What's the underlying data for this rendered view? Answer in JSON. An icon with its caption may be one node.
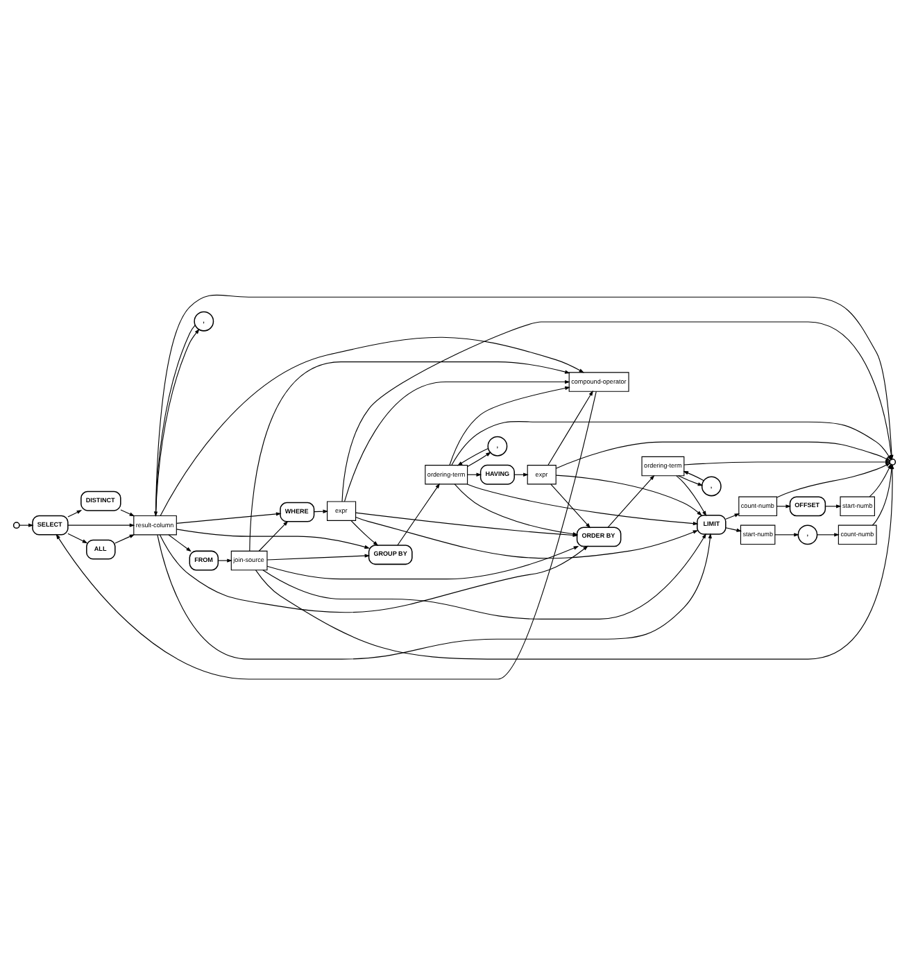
{
  "diagram": {
    "nodes": [
      {
        "text": [],
        "shape": "circle"
      },
      {
        "text": [
          "SELECT"
        ]
      },
      {
        "text": [
          "ALL"
        ]
      },
      {
        "text": [
          "DISTINCT"
        ]
      },
      {
        "text": [
          "result-column"
        ]
      },
      {
        "text": [
          ","
        ]
      },
      {
        "text": [
          "FROM"
        ]
      },
      {
        "text": [
          "join-source"
        ]
      },
      {
        "text": [
          "WHERE"
        ]
      },
      {
        "text": [
          "expr"
        ]
      },
      {
        "text": [
          "GROUP BY"
        ]
      },
      {
        "text": [
          "ordering-term"
        ]
      },
      {
        "text": [
          ","
        ]
      },
      {
        "text": [
          "HAVING"
        ]
      },
      {
        "text": [
          "expr"
        ]
      },
      {
        "text": [
          "compound-operator"
        ]
      },
      {
        "text": [
          "ORDER BY"
        ]
      },
      {
        "text": [
          "ordering-term"
        ]
      },
      {
        "text": [
          ","
        ]
      },
      {
        "text": [
          "LIMIT"
        ]
      },
      {
        "text": [
          "count-numb"
        ]
      },
      {
        "text": [
          "OFFSET"
        ]
      },
      {
        "text": [
          "start-numb"
        ]
      },
      {
        "text": [
          "start-numb"
        ]
      },
      {
        "text": [
          ","
        ]
      },
      {
        "text": [
          "count-numb"
        ]
      },
      {
        "text": [],
        "shape": "circle"
      }
    ],
    "edges": [
      {
        "from": 0,
        "to": 1,
        "arrow": "to"
      },
      {
        "from": 1,
        "to": 2,
        "arrow": "to"
      },
      {
        "from": 1,
        "to": 3,
        "arrow": "to"
      },
      {
        "from": 1,
        "to": 4,
        "arrow": "to"
      },
      {
        "from": 2,
        "to": 4,
        "arrow": "to"
      },
      {
        "from": 3,
        "to": 4,
        "arrow": "to"
      },
      {
        "from": 4,
        "to": 5,
        "arrow": "to"
      },
      {
        "from": 5,
        "to": 4,
        "arrow": "to"
      },
      {
        "from": 4,
        "to": 6,
        "arrow": "to"
      },
      {
        "from": 4,
        "to": 8,
        "arrow": "to"
      },
      {
        "from": 4,
        "to": 10,
        "arrow": "to"
      },
      {
        "from": 4,
        "to": 15,
        "arrow": "to"
      },
      {
        "from": 4,
        "to": 16,
        "arrow": "to"
      },
      {
        "from": 4,
        "to": 19,
        "arrow": "to"
      },
      {
        "from": 4,
        "to": 26,
        "arrow": "to"
      },
      {
        "from": 6,
        "to": 7,
        "arrow": "to"
      },
      {
        "from": 7,
        "to": 8,
        "arrow": "to"
      },
      {
        "from": 7,
        "to": 10,
        "arrow": "to"
      },
      {
        "from": 7,
        "to": 15,
        "arrow": "to"
      },
      {
        "from": 7,
        "to": 16,
        "arrow": "to"
      },
      {
        "from": 7,
        "to": 19,
        "arrow": "to"
      },
      {
        "from": 7,
        "to": 26,
        "arrow": "to"
      },
      {
        "from": 8,
        "to": 9,
        "arrow": "to"
      },
      {
        "from": 9,
        "to": 10,
        "arrow": "to"
      },
      {
        "from": 9,
        "to": 15,
        "arrow": "to"
      },
      {
        "from": 9,
        "to": 16,
        "arrow": "to"
      },
      {
        "from": 9,
        "to": 19,
        "arrow": "to"
      },
      {
        "from": 9,
        "to": 26,
        "arrow": "to"
      },
      {
        "from": 10,
        "to": 11,
        "arrow": "to"
      },
      {
        "from": 11,
        "to": 12,
        "arrow": "to"
      },
      {
        "from": 12,
        "to": 11,
        "arrow": "to"
      },
      {
        "from": 11,
        "to": 13,
        "arrow": "to"
      },
      {
        "from": 11,
        "to": 15,
        "arrow": "to"
      },
      {
        "from": 11,
        "to": 16,
        "arrow": "to"
      },
      {
        "from": 11,
        "to": 19,
        "arrow": "to"
      },
      {
        "from": 11,
        "to": 26,
        "arrow": "to"
      },
      {
        "from": 13,
        "to": 14,
        "arrow": "to"
      },
      {
        "from": 14,
        "to": 15,
        "arrow": "to"
      },
      {
        "from": 14,
        "to": 16,
        "arrow": "to"
      },
      {
        "from": 14,
        "to": 19,
        "arrow": "to"
      },
      {
        "from": 14,
        "to": 26,
        "arrow": "to"
      },
      {
        "from": 15,
        "to": 1,
        "arrow": "to"
      },
      {
        "from": 16,
        "to": 17,
        "arrow": "to"
      },
      {
        "from": 17,
        "to": 18,
        "arrow": "to"
      },
      {
        "from": 18,
        "to": 17,
        "arrow": "to"
      },
      {
        "from": 17,
        "to": 19,
        "arrow": "to"
      },
      {
        "from": 17,
        "to": 26,
        "arrow": "to"
      },
      {
        "from": 19,
        "to": 20,
        "arrow": "to"
      },
      {
        "from": 19,
        "to": 23,
        "arrow": "to"
      },
      {
        "from": 20,
        "to": 21,
        "arrow": "to"
      },
      {
        "from": 20,
        "to": 26,
        "arrow": "to"
      },
      {
        "from": 21,
        "to": 22,
        "arrow": "to"
      },
      {
        "from": 22,
        "to": 26,
        "arrow": "to"
      },
      {
        "from": 23,
        "to": 24,
        "arrow": "to"
      },
      {
        "from": 24,
        "to": 25,
        "arrow": "to"
      },
      {
        "from": 25,
        "to": 26,
        "arrow": "to"
      }
    ]
  }
}
